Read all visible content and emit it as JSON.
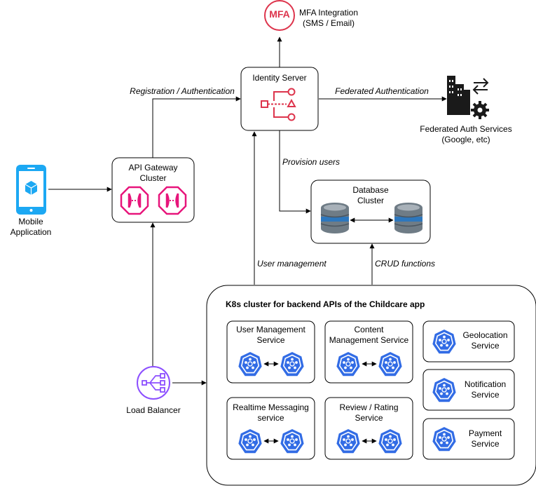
{
  "mfa": {
    "badge": "MFA",
    "title": "MFA Integration",
    "subtitle": "(SMS / Email)"
  },
  "identity_server": {
    "label": "Identity Server"
  },
  "federated": {
    "label_line1": "Federated Auth Services",
    "label_line2": "(Google, etc)"
  },
  "mobile": {
    "label_line1": "Mobile",
    "label_line2": "Application"
  },
  "api_gateway": {
    "label_line1": "API Gateway",
    "label_line2": "Cluster"
  },
  "database": {
    "label_line1": "Database",
    "label_line2": "Cluster"
  },
  "load_balancer": {
    "label": "Load Balancer"
  },
  "edges": {
    "registration": "Registration / Authentication",
    "federated_auth": "Federated Authentication",
    "provision": "Provision users",
    "user_mgmt": "User management",
    "crud": "CRUD functions"
  },
  "k8s": {
    "title": "K8s cluster for backend APIs of the Childcare app",
    "services": [
      {
        "line1": "User Management",
        "line2": "Service"
      },
      {
        "line1": "Content",
        "line2": "Management Service"
      },
      {
        "line1": "Realtime Messaging",
        "line2": "service"
      },
      {
        "line1": "Review / Rating",
        "line2": "Service"
      }
    ],
    "single_services": [
      {
        "line1": "Geolocation",
        "line2": "Service"
      },
      {
        "line1": "Notification",
        "line2": "Service"
      },
      {
        "line1": "Payment",
        "line2": "Service"
      }
    ]
  },
  "colors": {
    "mfa_red": "#dd344c",
    "gateway_pink": "#e7157b",
    "mobile_blue": "#1ca8f3",
    "lb_purple": "#8c4fff",
    "k8s_blue": "#326ce5",
    "db_gray": "#6f7c86",
    "db_blue": "#2d77bd"
  }
}
